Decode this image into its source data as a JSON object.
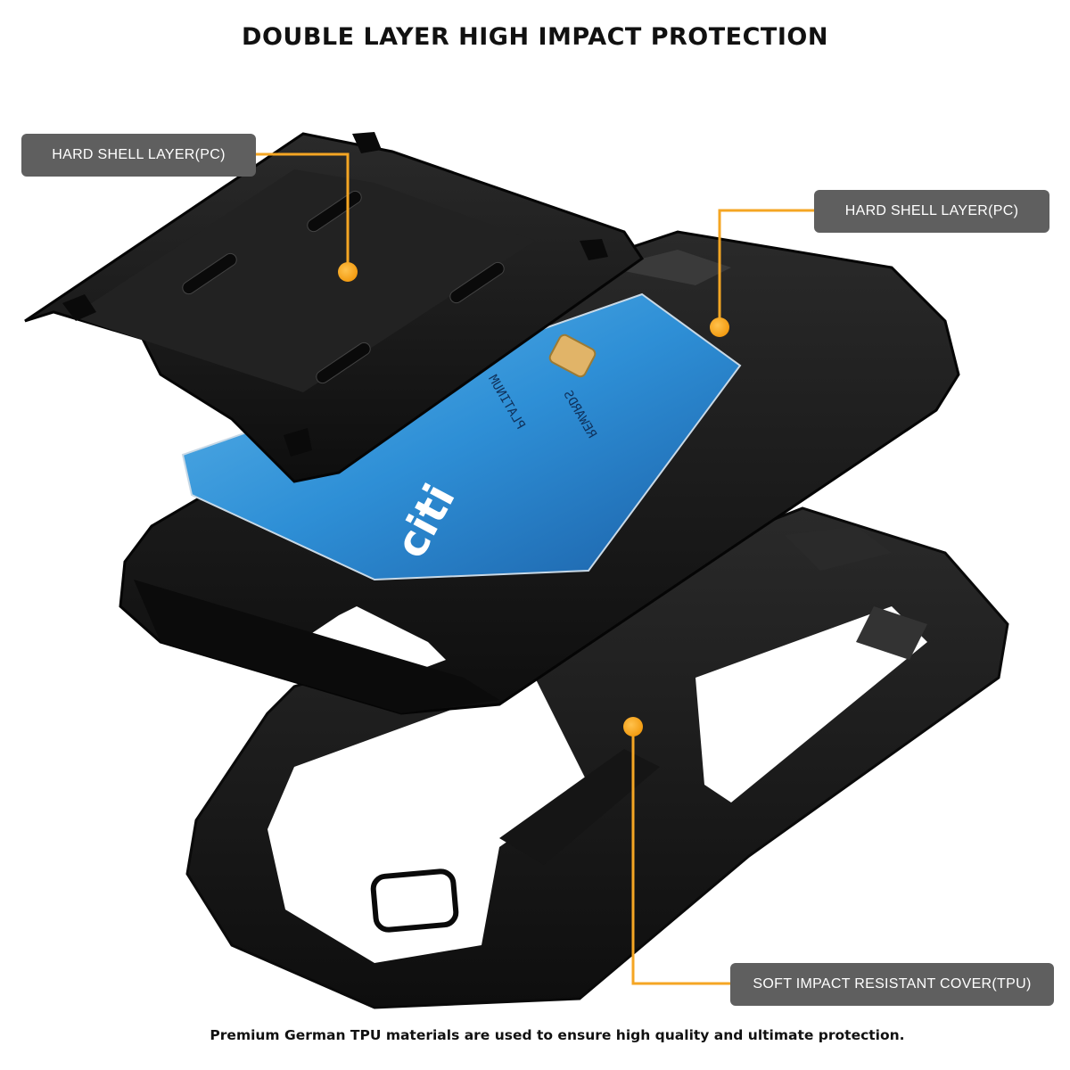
{
  "title": "DOUBLE LAYER HIGH IMPACT PROTECTION",
  "labels": {
    "top_left": "HARD SHELL LAYER(PC)",
    "top_right": "HARD SHELL LAYER(PC)",
    "bottom_right": "SOFT IMPACT RESISTANT COVER(TPU)"
  },
  "card": {
    "brand": "citi",
    "line1": "REWARDS",
    "line2": "PLATINUM"
  },
  "caption": "Premium German TPU materials are used to ensure high quality and ultimate protection.",
  "colors": {
    "accent": "#f5a623",
    "label_bg": "#5f5f5f",
    "case": "#1b1b1b",
    "card": "#2f8fd3"
  }
}
